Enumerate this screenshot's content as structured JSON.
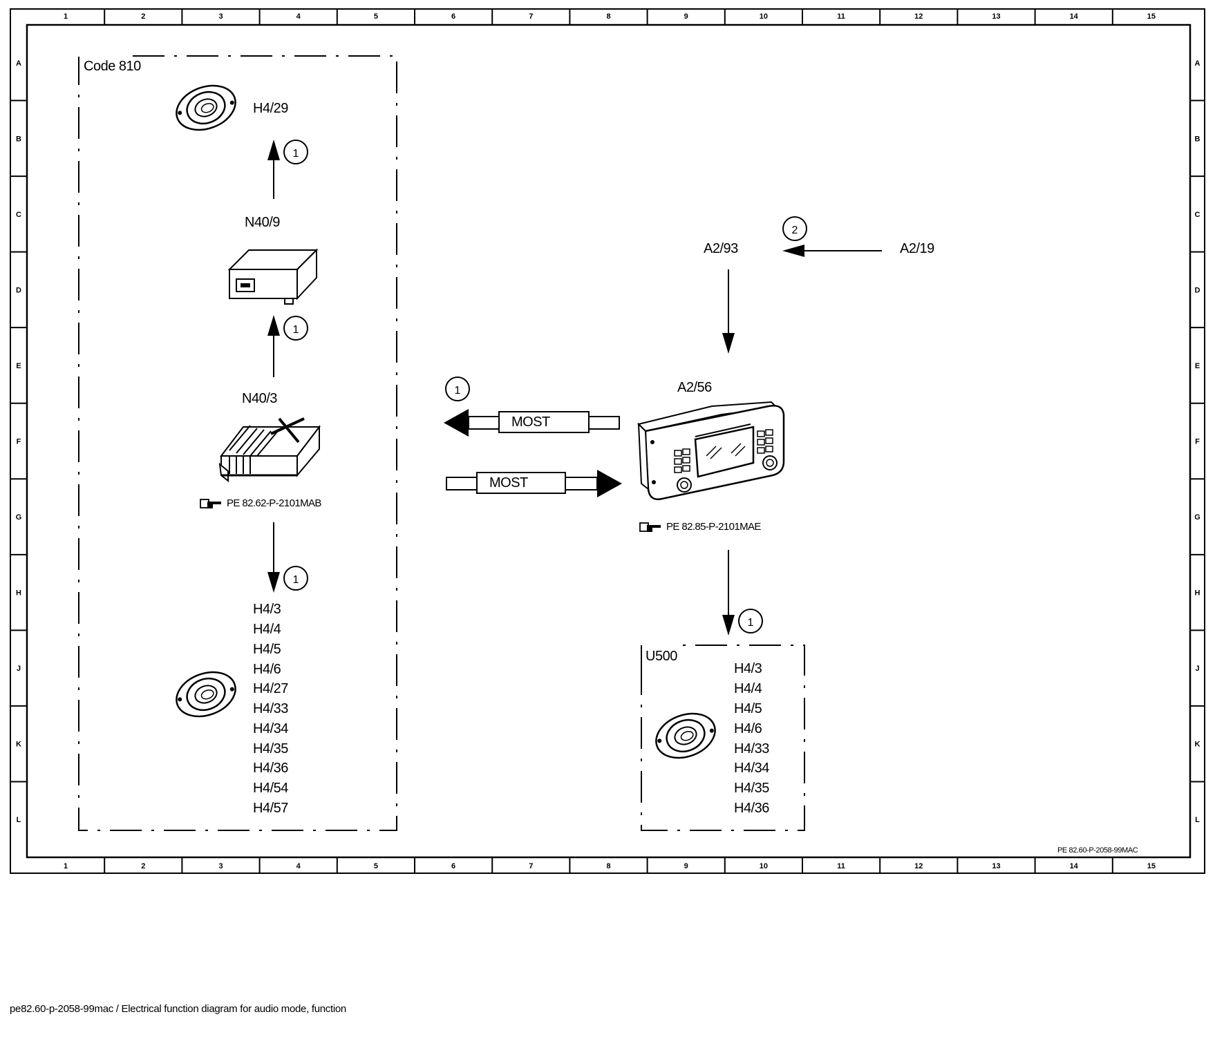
{
  "grid": {
    "columns": [
      "1",
      "2",
      "3",
      "4",
      "5",
      "6",
      "7",
      "8",
      "9",
      "10",
      "11",
      "12",
      "13",
      "14",
      "15"
    ],
    "rows": [
      "A",
      "B",
      "C",
      "D",
      "E",
      "F",
      "G",
      "H",
      "J",
      "K",
      "L"
    ]
  },
  "code_box": {
    "label": "Code 810",
    "top_speaker": "H4/29",
    "amplifier_upper": "N40/9",
    "amplifier_main": "N40/3",
    "amplifier_ref": "PE 82.62-P-2101MAB",
    "speaker_list": [
      "H4/3",
      "H4/4",
      "H4/5",
      "H4/6",
      "H4/27",
      "H4/33",
      "H4/34",
      "H4/35",
      "H4/36",
      "H4/54",
      "H4/57"
    ]
  },
  "head_unit": {
    "label": "A2/56",
    "ref": "PE 82.85-P-2101MAE",
    "source_a": "A2/93",
    "source_b": "A2/19"
  },
  "bus": {
    "top": "MOST",
    "bottom": "MOST"
  },
  "u500_box": {
    "label": "U500",
    "speaker_list": [
      "H4/3",
      "H4/4",
      "H4/5",
      "H4/6",
      "H4/33",
      "H4/34",
      "H4/35",
      "H4/36"
    ]
  },
  "markers": {
    "b": "1",
    "d": "1",
    "f": "1",
    "j": "1",
    "u500": "1",
    "a2": "2"
  },
  "sheet_ref": "PE 82.60-P-2058-99MAC",
  "caption": "pe82.60-p-2058-99mac / Electrical function diagram for audio mode, function"
}
